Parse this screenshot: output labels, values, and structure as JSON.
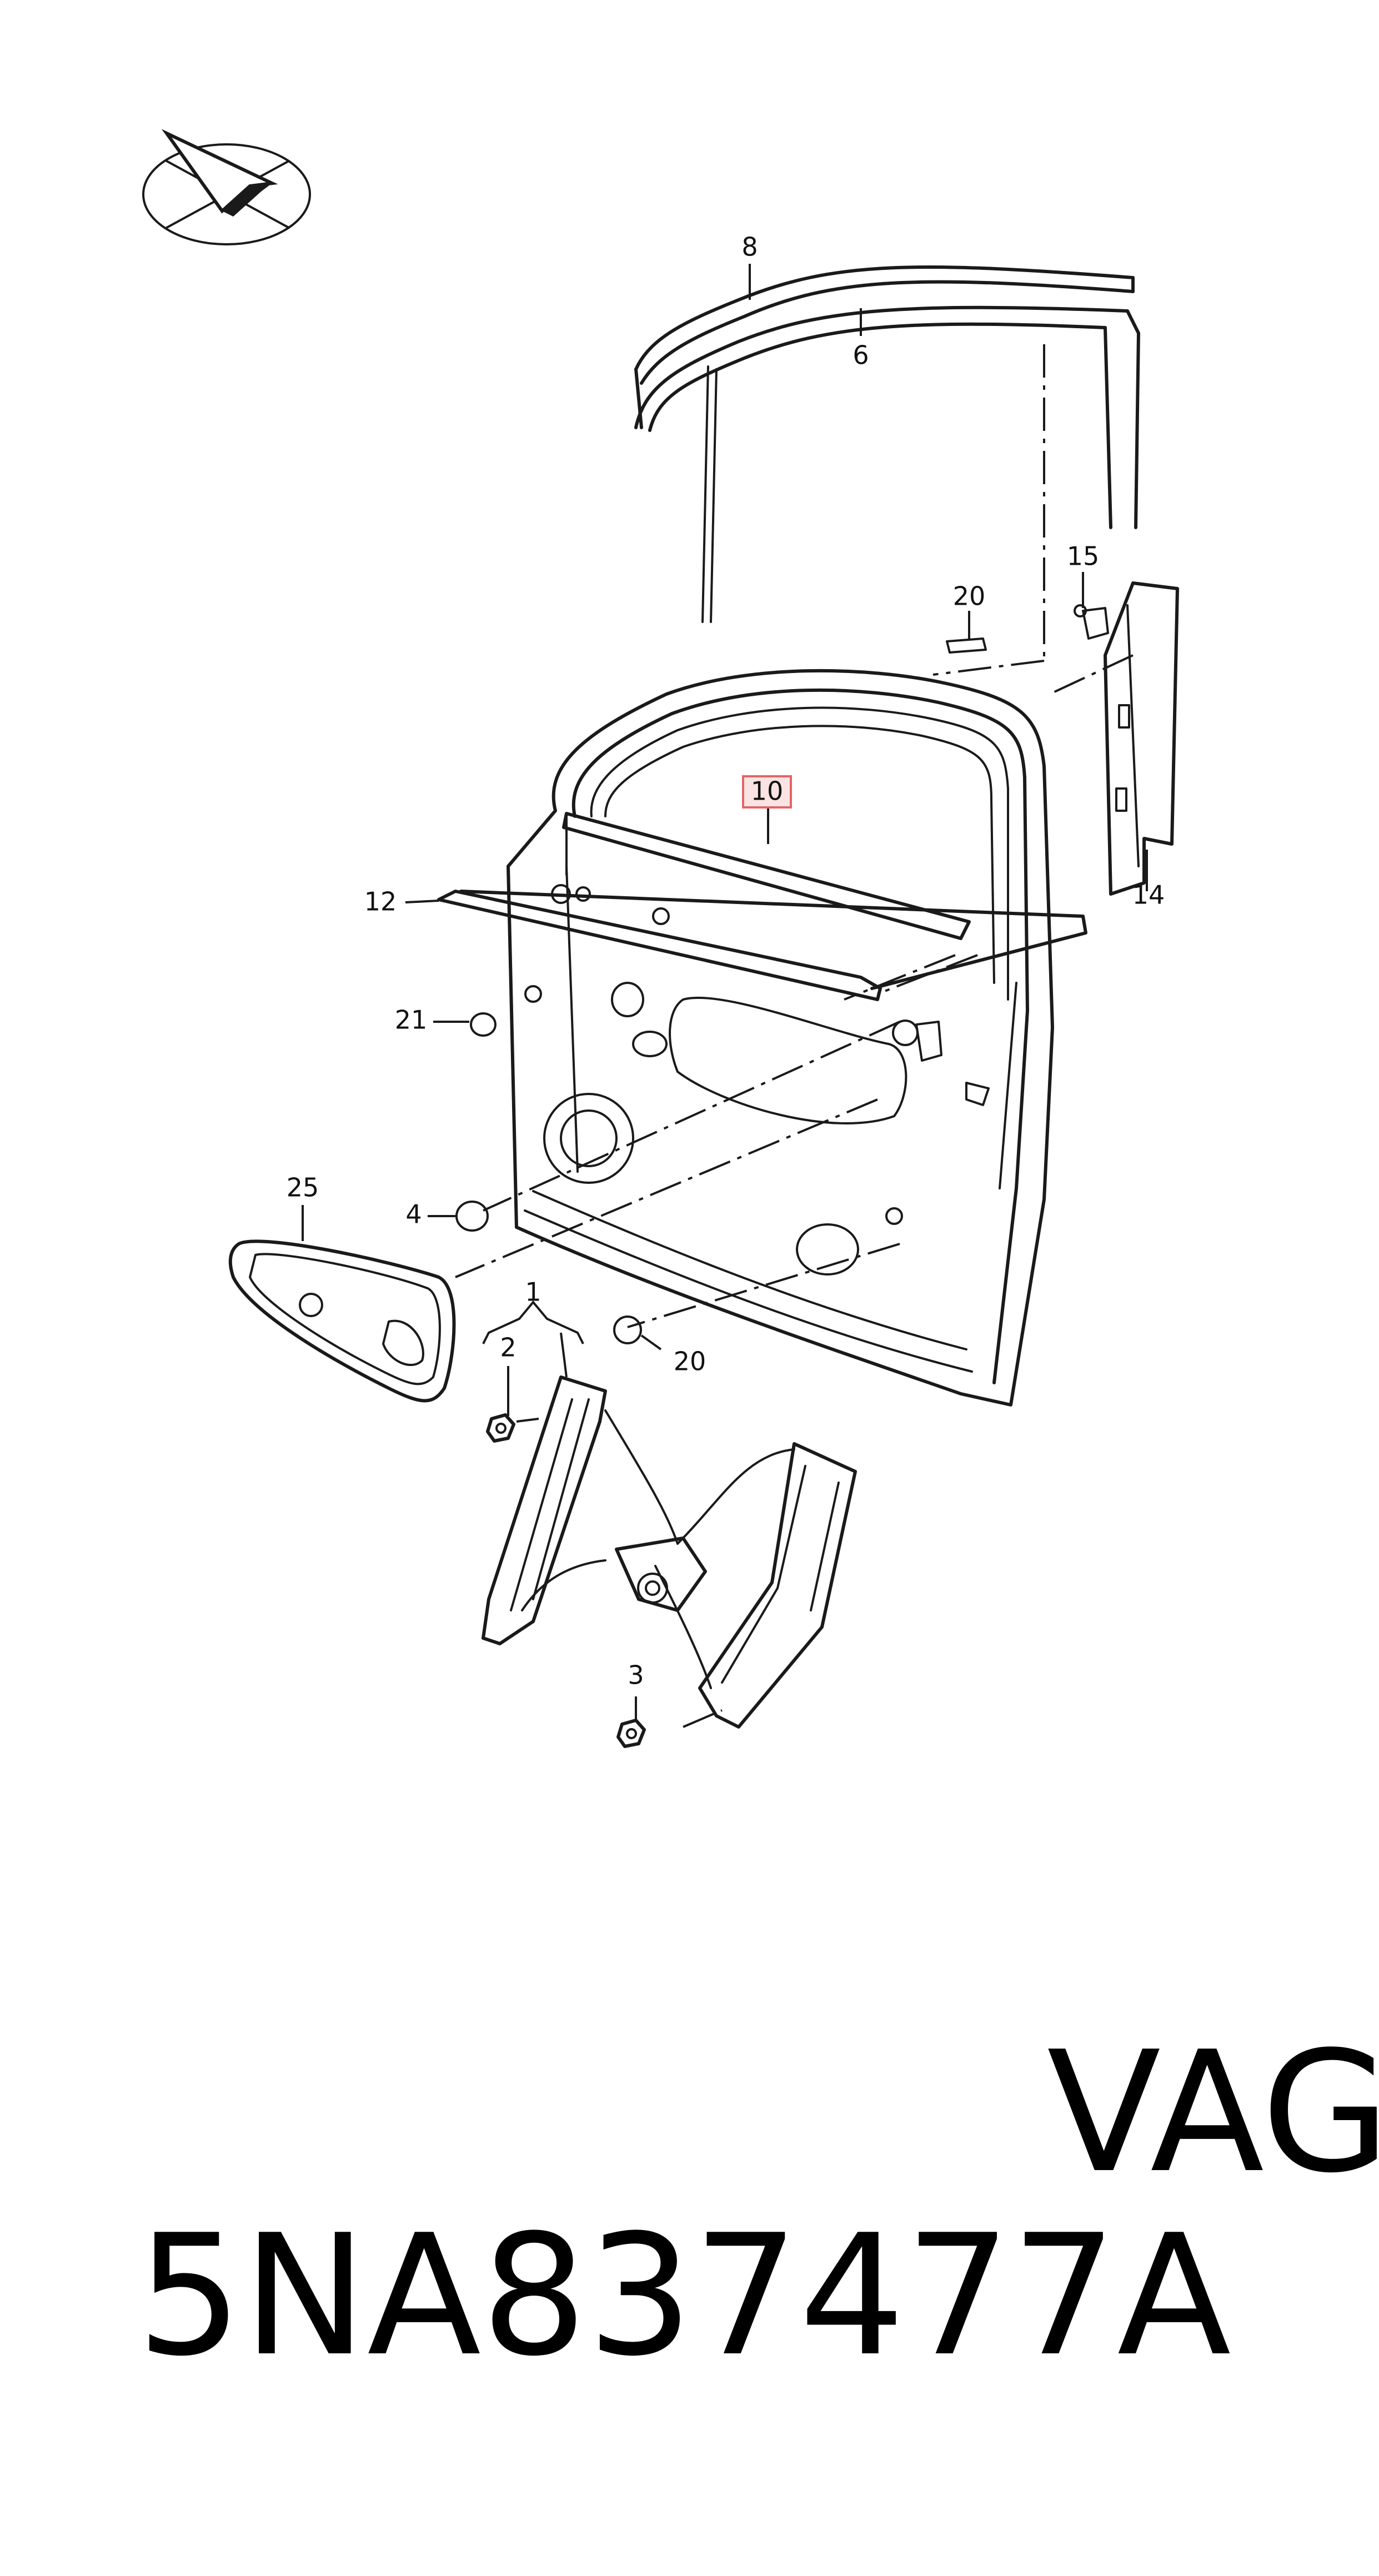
{
  "callouts": {
    "c1": "1",
    "c2": "2",
    "c3": "3",
    "c4": "4",
    "c6": "6",
    "c8": "8",
    "c10": "10",
    "c12": "12",
    "c14": "14",
    "c15": "15",
    "c20a": "20",
    "c20b": "20",
    "c21": "21",
    "c25": "25"
  },
  "caption": {
    "part_number": "5NA837477A",
    "brand": "VAG"
  },
  "highlight_color": "#e06666",
  "line_color": "#1a1a1a"
}
